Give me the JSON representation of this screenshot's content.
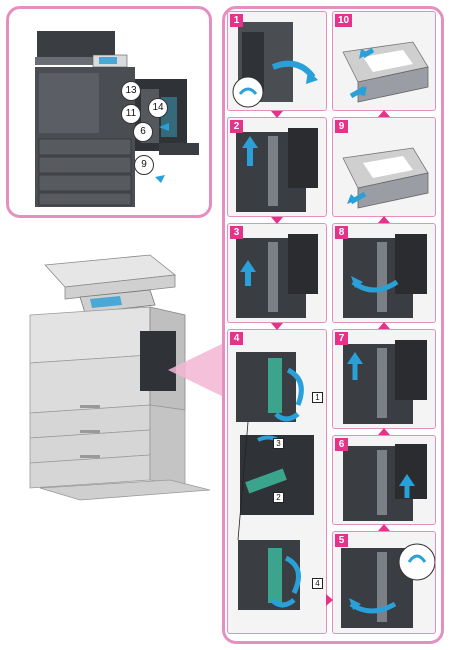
{
  "colors": {
    "accent": "#e5338a",
    "frame": "#e58fc0",
    "arrow": "#2aa0d8",
    "toner": "#3aa58c"
  },
  "overview": {
    "callouts": [
      "13",
      "11",
      "14",
      "6",
      "9"
    ]
  },
  "steps": [
    {
      "number": "1",
      "icon": "open-front-door-icon"
    },
    {
      "number": "2",
      "icon": "lift-lever-icon"
    },
    {
      "number": "3",
      "icon": "pull-unit-icon"
    },
    {
      "number": "4",
      "icon": "replace-toner-icon",
      "substeps": [
        "1",
        "2",
        "3",
        "4"
      ]
    },
    {
      "number": "5",
      "icon": "close-lever-icon"
    },
    {
      "number": "6",
      "icon": "push-unit-icon"
    },
    {
      "number": "7",
      "icon": "lower-lever-icon"
    },
    {
      "number": "8",
      "icon": "close-door-icon"
    },
    {
      "number": "9",
      "icon": "remove-tray-icon"
    },
    {
      "number": "10",
      "icon": "insert-tray-icon"
    }
  ]
}
